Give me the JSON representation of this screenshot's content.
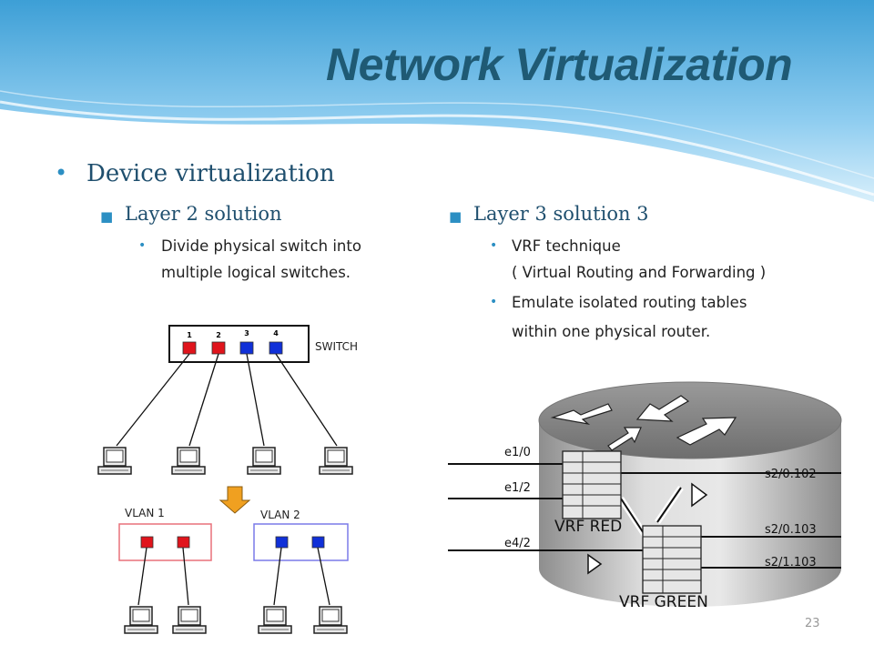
{
  "slide": {
    "title": "Network Virtualization",
    "page_number": "23"
  },
  "content": {
    "main_bullet": "Device virtualization",
    "left": {
      "heading": "Layer 2 solution",
      "points": [
        "Divide physical switch into",
        "multiple logical switches."
      ]
    },
    "right": {
      "heading": "Layer 3 solution 3",
      "points": [
        "VRF technique",
        "( Virtual Routing and Forwarding )",
        "Emulate isolated routing tables",
        "within one physical router."
      ]
    }
  },
  "switch_diagram": {
    "switch_label": "SWITCH",
    "port_numbers": [
      "1",
      "2",
      "3",
      "4"
    ],
    "vlan1_label": "VLAN 1",
    "vlan2_label": "VLAN 2"
  },
  "router_diagram": {
    "interfaces_left": [
      "e1/0",
      "e1/2",
      "e4/2"
    ],
    "interfaces_right": [
      "s2/0.102",
      "s2/0.103",
      "s2/1.103"
    ],
    "vrf_red": "VRF RED",
    "vrf_green": "VRF GREEN"
  },
  "colors": {
    "title": "#1f5a74",
    "bullet": "#2c8fc3",
    "red_port": "#e0141c",
    "blue_port": "#1030d8",
    "vlan1_box": "#e8707a",
    "vlan2_box": "#7a7ae8",
    "arrow": "#f0a020"
  }
}
